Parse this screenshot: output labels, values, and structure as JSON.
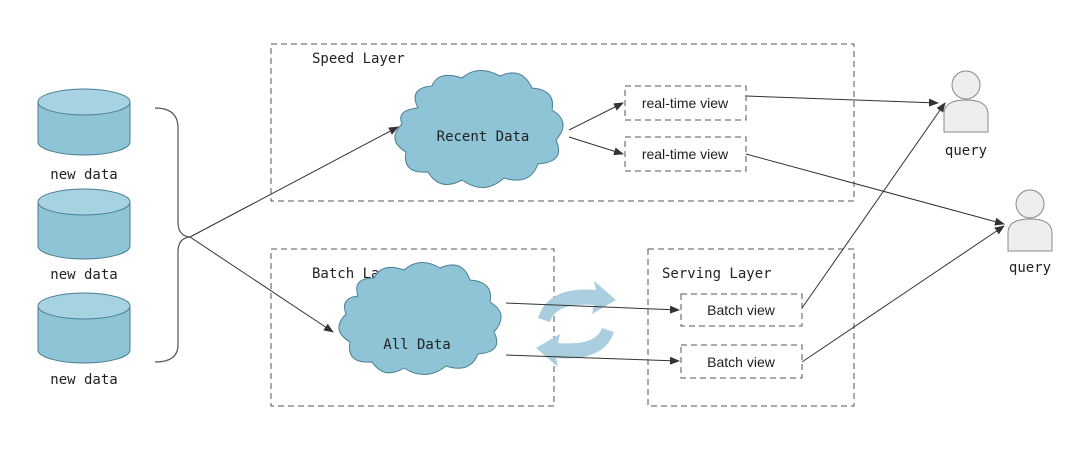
{
  "sources": [
    {
      "label": "new data"
    },
    {
      "label": "new data"
    },
    {
      "label": "new data"
    }
  ],
  "speed_layer": {
    "title": "Speed Layer",
    "store": "Recent Data",
    "views": [
      "real-time view",
      "real-time view"
    ]
  },
  "batch_layer": {
    "title": "Batch Layer",
    "store": "All Data"
  },
  "serving_layer": {
    "title": "Serving Layer",
    "views": [
      "Batch view",
      "Batch view"
    ]
  },
  "queries": [
    "query",
    "query"
  ],
  "icons": {
    "source": "database-cylinder-icon",
    "cloud": "cloud-icon",
    "recompute": "refresh-cycle-icon",
    "user": "user-icon"
  },
  "colors": {
    "storage_fill": "#8FC3D6",
    "storage_stroke": "#4A7F94",
    "cycle_arrow": "#A9CFDF",
    "user_fill": "#EEEEEE",
    "user_stroke": "#8A8A8A"
  }
}
